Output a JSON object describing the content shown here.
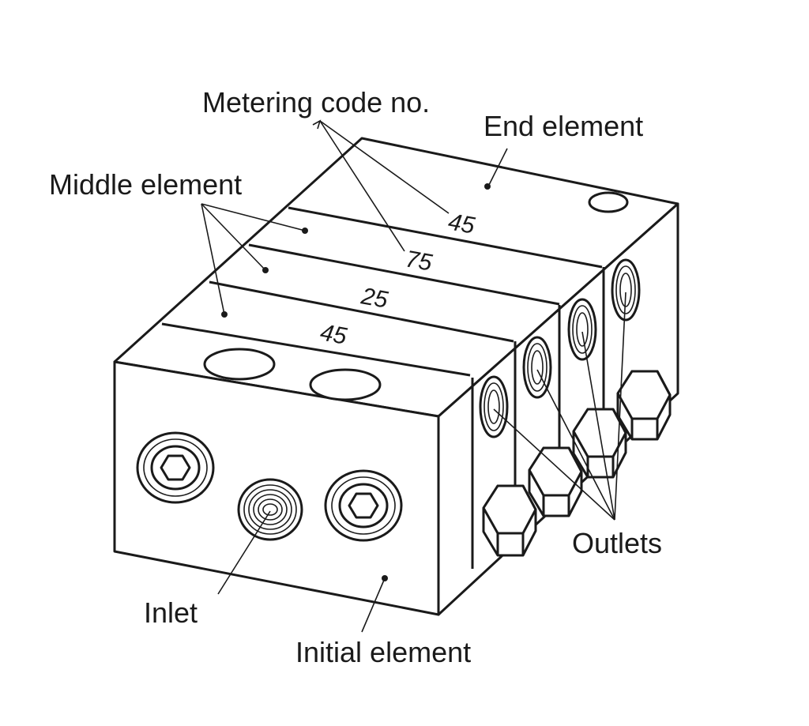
{
  "labels": {
    "metering_code": "Metering code no.",
    "end_element": "End element",
    "middle_element": "Middle element",
    "outlets": "Outlets",
    "inlet": "Inlet",
    "initial_element": "Initial element"
  },
  "metering_codes": [
    "45",
    "75",
    "25",
    "45"
  ],
  "colors": {
    "ink": "#1a1a1a",
    "background": "#ffffff"
  }
}
